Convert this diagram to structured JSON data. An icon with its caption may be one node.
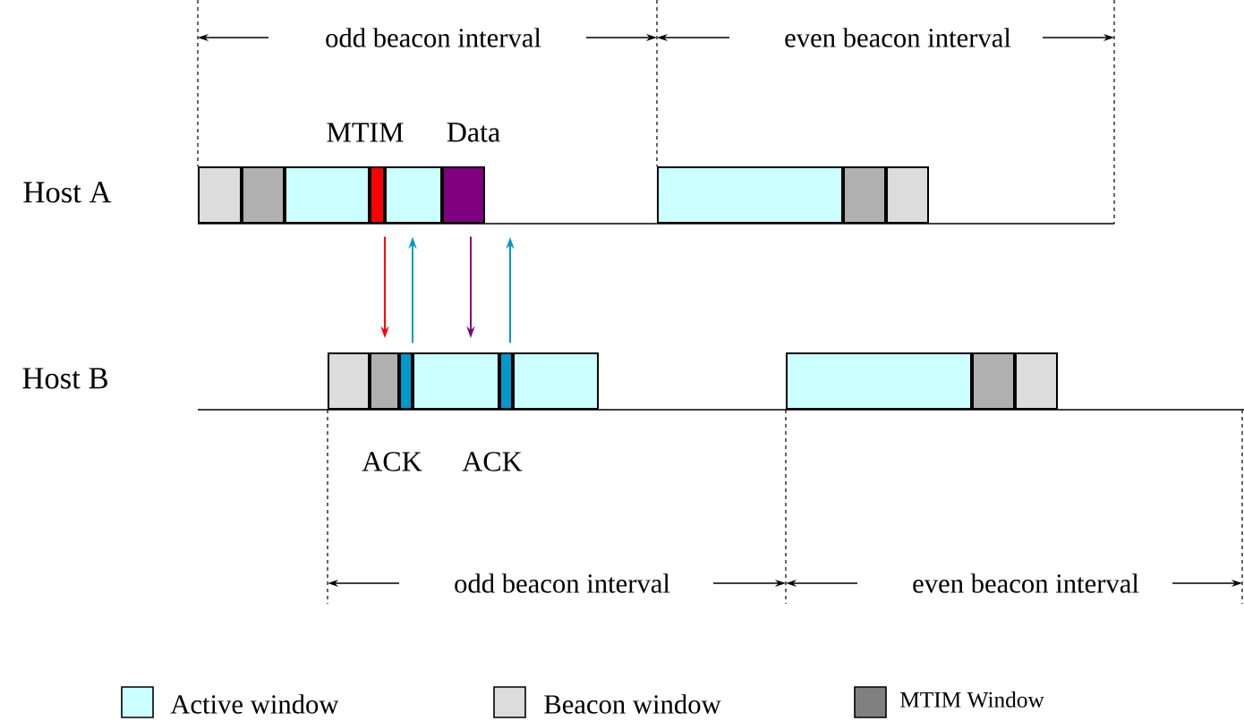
{
  "diagram": {
    "nodes": [
      {
        "text": [],
        "shape": "box"
      },
      {
        "text": [],
        "shape": "box"
      },
      {
        "text": [],
        "shape": "box"
      },
      {
        "text": [],
        "shape": "box",
        "beside": [
          "MTIM"
        ]
      },
      {
        "text": [],
        "shape": "box"
      },
      {
        "text": [],
        "shape": "box",
        "beside": [
          "Data"
        ]
      },
      {
        "text": [],
        "shape": "box"
      },
      {
        "text": [],
        "shape": "box"
      },
      {
        "text": [],
        "shape": "box"
      },
      {
        "text": [],
        "shape": "box"
      },
      {
        "text": [],
        "shape": "box"
      },
      {
        "text": [],
        "shape": "box",
        "beside": [
          "ACK"
        ]
      },
      {
        "text": [],
        "shape": "box"
      },
      {
        "text": [],
        "shape": "box",
        "beside": [
          "ACK"
        ]
      },
      {
        "text": [],
        "shape": "box"
      },
      {
        "text": [],
        "shape": "box"
      },
      {
        "text": [],
        "shape": "box"
      },
      {
        "text": [],
        "shape": "box"
      }
    ],
    "edges": [
      {
        "from": 3,
        "to": 10,
        "arrow": "to",
        "color": "#ff0000"
      },
      {
        "from": 11,
        "to": 4,
        "arrow": "to",
        "color": "#0099cc"
      },
      {
        "from": 5,
        "to": 12,
        "arrow": "to",
        "color": "#800080"
      },
      {
        "from": 13,
        "to": null,
        "arrow": "to",
        "color": "#0099cc"
      }
    ],
    "labels": [
      "odd beacon interval",
      "even beacon interval",
      "Host A",
      "Host B",
      "odd beacon interval",
      "even beacon interval"
    ],
    "legend": [
      {
        "text": "Active window",
        "color": "#ccffff"
      },
      {
        "text": "Beacon window",
        "color": "#dcdcdc"
      },
      {
        "text": "MTIM Window",
        "color": "#808080"
      }
    ]
  }
}
